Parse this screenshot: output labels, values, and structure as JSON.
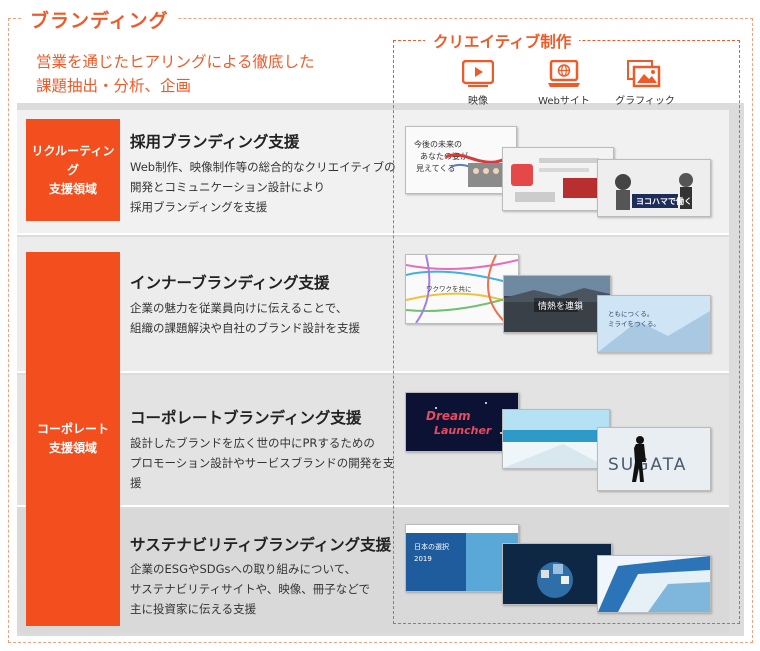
{
  "section_title": "ブランディング",
  "section_desc": [
    "営業を通じたヒアリングによる徹底した",
    "課題抽出・分析、企画"
  ],
  "creative": {
    "title": "クリエイティブ制作",
    "media": [
      {
        "icon": "video-icon",
        "label": "映像"
      },
      {
        "icon": "web-icon",
        "label": "Webサイト"
      },
      {
        "icon": "graphic-icon",
        "label": "グラフィック"
      }
    ]
  },
  "domains": {
    "recruit": [
      "リクルーティング",
      "支援領域"
    ],
    "corporate": [
      "コーポレート",
      "支援領域"
    ]
  },
  "services": [
    {
      "title": "採用ブランディング支援",
      "desc": [
        "Web制作、映像制作等の総合的なクリエイティブの",
        "開発とコミュニケーション設計により",
        "採用ブランディングを支援"
      ]
    },
    {
      "title": "インナーブランディング支援",
      "desc": [
        "企業の魅力を従業員向けに伝えることで、",
        "組織の課題解決や自社のブランド設計を支援"
      ]
    },
    {
      "title": "コーポレートブランディング支援",
      "desc": [
        "設計したブランドを広く世の中にPRするための",
        "プロモーション設計やサービスブランドの開発を支援"
      ]
    },
    {
      "title": "サステナビリティブランディング支援",
      "desc": [
        "企業のESGやSDGsへの取り組みについて、",
        "サステナビリティサイトや、映像、冊子などで",
        "主に投資家に伝える支援"
      ]
    }
  ],
  "thumb_text": {
    "t1a": "今後の未来の",
    "t1b": "あなたの姿が",
    "t1c": "見えてくる",
    "t1d": "ヨコハマで働く",
    "t2a": "ワクワクを共に",
    "t2b": "情熱を連鎖",
    "t2c": "ともにつくる。",
    "t2d": "ミライをつくる。",
    "t3a": "Dream",
    "t3b": "Launcher",
    "t3c": "SUGATA",
    "t4a": "日本の選択",
    "t4b": "2019"
  },
  "colors": {
    "accent": "#f05a28",
    "domain": "#f24e1e"
  }
}
